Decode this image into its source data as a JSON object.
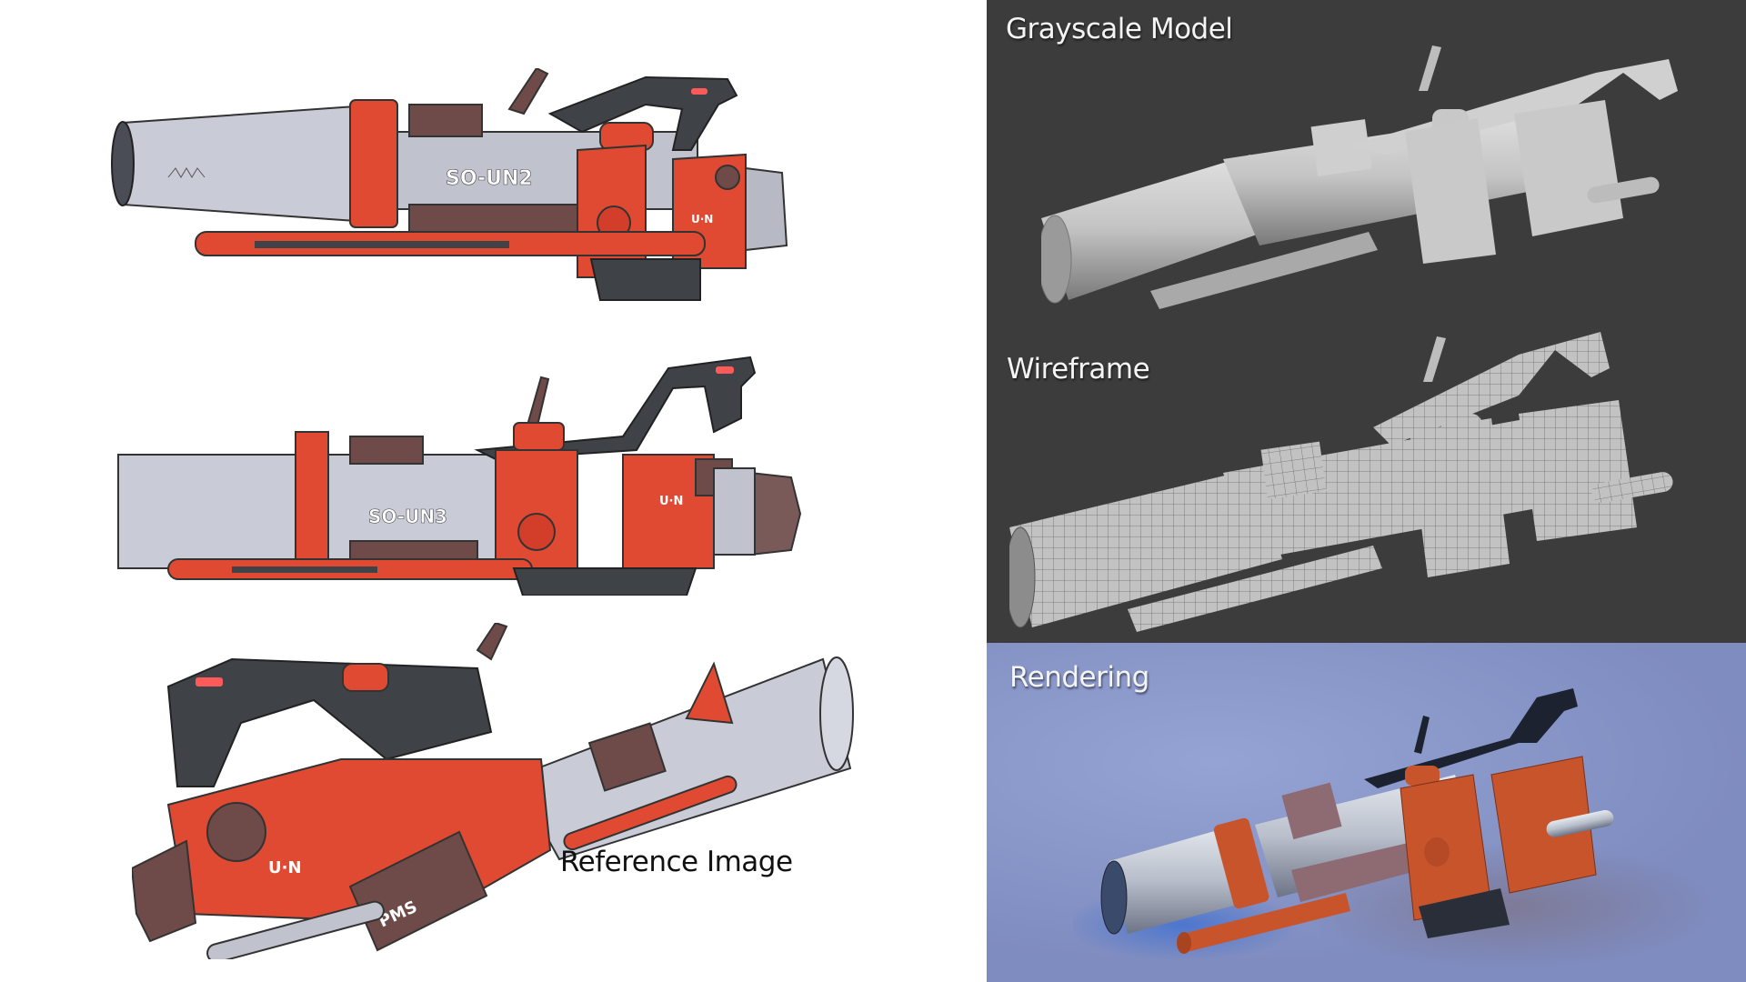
{
  "layout": {
    "reference_panel": {
      "background": "#ffffff"
    },
    "model_panel": {
      "background": "#3c3c3c"
    },
    "render_panel": {
      "background": "#8896c8"
    }
  },
  "labels": {
    "grayscale_model": "Grayscale Model",
    "wireframe": "Wireframe",
    "rendering": "Rendering",
    "reference_image": "Reference Image"
  },
  "illustrations": {
    "reference_sketches": [
      {
        "view": "three-quarter-front",
        "barrel_text": "SO-UN2",
        "palette": [
          "#e04a32",
          "#c9ccd6",
          "#6e4a48",
          "#3f4247"
        ]
      },
      {
        "view": "side",
        "barrel_text": "SO-UN3",
        "palette": [
          "#e04a32",
          "#c9ccd6",
          "#6e4a48",
          "#3f4247"
        ]
      },
      {
        "view": "three-quarter-rear",
        "canister_text": "PMS",
        "palette": [
          "#e04a32",
          "#c9ccd6",
          "#6e4a48",
          "#3f4247"
        ]
      }
    ],
    "grayscale_model": {
      "color": "#c8c8c8"
    },
    "wireframe_model": {
      "color": "#bdbdbd",
      "wire_color": "#6a6a6a"
    },
    "rendered_model": {
      "accent": "#c8542c",
      "metal": "#b9bfcb",
      "frame": "#1c2230",
      "shadow": "#7d7892"
    }
  },
  "colors": {
    "label_light": "#f4f4f4",
    "label_dark": "#111111",
    "sketch_red": "#e04a32",
    "sketch_metal": "#c9ccd6",
    "sketch_brown": "#6e4a48",
    "sketch_dark": "#3f4247"
  }
}
